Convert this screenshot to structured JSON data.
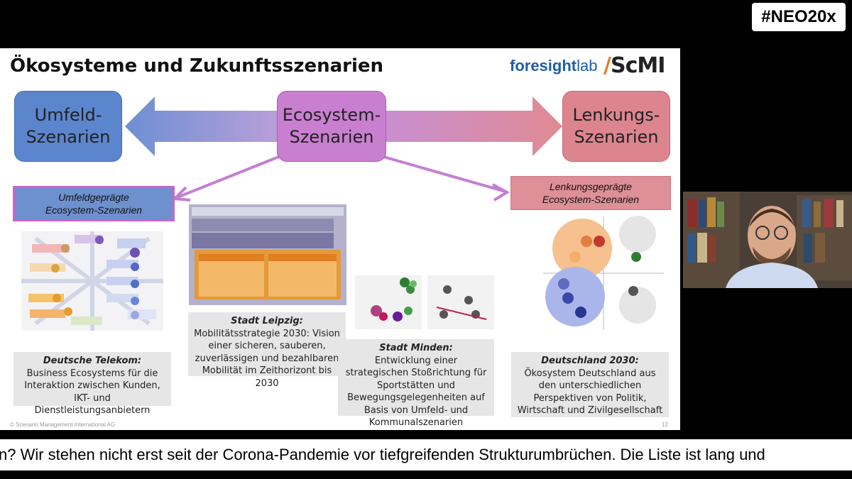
{
  "hashtag": "#NEO20x",
  "slide": {
    "title": "Ökosysteme und Zukunftsszenarien",
    "logo_foresight_a": "foresight",
    "logo_foresight_b": "lab",
    "logo_scmi_mark": "/",
    "logo_scmi_text": "ScMI",
    "boxes": {
      "umfeld": "Umfeld-\nSzenarien",
      "ecosystem": "Ecosystem-\nSzenarien",
      "lenkung": "Lenkungs-\nSzenarien"
    },
    "subboxes": {
      "umfeld": "Umfeldgeprägte\nEcosystem-Szenarien",
      "lenkung": "Lenkungsgeprägte\nEcosystem-Szenarien"
    },
    "captions": [
      {
        "title": "Deutsche Telekom:",
        "text": "Business Ecosystems für die Interaktion zwischen Kunden, IKT- und Dienstleistungsanbietern"
      },
      {
        "title": "Stadt Leipzig:",
        "text": "Mobilitätsstrategie 2030: Vision einer sicheren, sauberen, zuverlässigen und bezahlbaren Mobilität im Zeithorizont bis 2030"
      },
      {
        "title": "Stadt Minden:",
        "text": "Entwicklung einer strategischen Stoßrichtung für Sportstätten und Bewegungsgelegenheiten auf Basis von Umfeld- und Kommunalszenarien"
      },
      {
        "title": "Deutschland 2030:",
        "text": "Ökosystem Deutschland aus den unterschiedlichen Perspektiven von Politik, Wirtschaft und Zivilgesellschaft"
      }
    ],
    "footer": "© Scenario Management International AG",
    "page_number": "12"
  },
  "subtitle": "n? Wir stehen nicht erst seit der Corona-Pandemie vor tiefgreifenden Strukturumbrüchen. Die Liste ist lang und"
}
